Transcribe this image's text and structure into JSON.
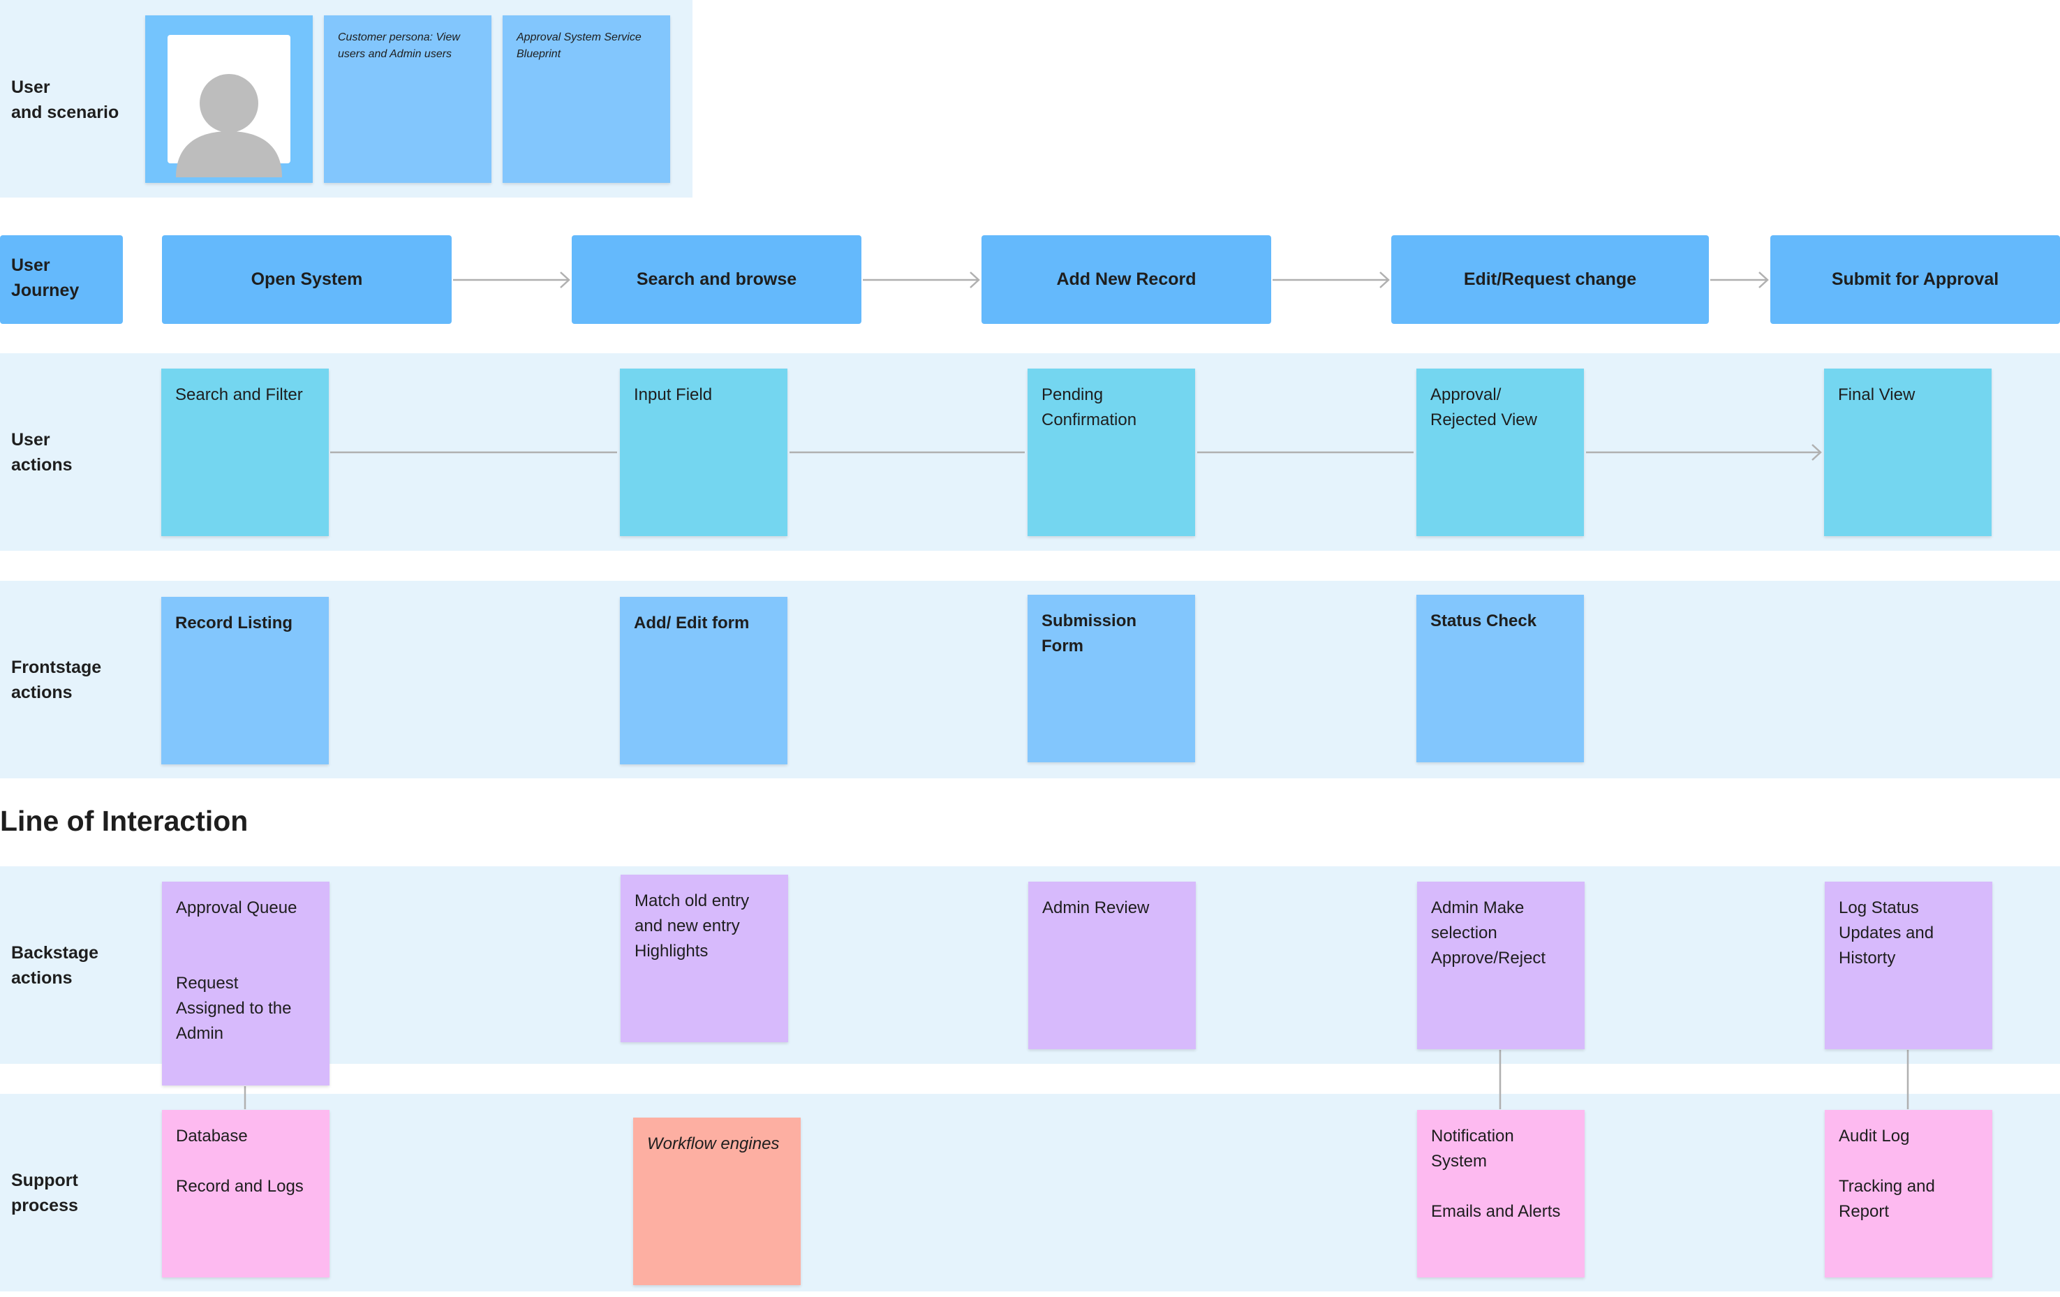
{
  "lanes": {
    "user_scenario": "User\nand scenario",
    "user_journey": "User\nJourney",
    "user_actions": "User\nactions",
    "frontstage": "Frontstage\nactions",
    "backstage": "Backstage\nactions",
    "support": "Support\nprocess"
  },
  "scenario": {
    "persona_note": "Customer persona: View users and Admin users",
    "title_note": "Approval System Service Blueprint"
  },
  "journey": [
    "Open System",
    "Search and browse",
    "Add New Record",
    "Edit/Request change",
    "Submit for Approval"
  ],
  "user_actions": [
    "Search and Filter",
    "Input Field",
    "Pending\nConfirmation",
    "Approval/\nRejected View",
    "Final View"
  ],
  "frontstage": [
    "Record Listing",
    "Add/ Edit form",
    "Submission Form",
    "Status Check"
  ],
  "line_of_interaction": "Line of Interaction",
  "backstage": [
    "Approval Queue\n\n\nRequest\nAssigned to the\nAdmin",
    "Match old entry\nand new entry\nHighlights",
    "Admin Review",
    "Admin Make\nselection\nApprove/Reject",
    "Log Status\nUpdates and\nHistorty"
  ],
  "support": [
    "Database\n\nRecord and Logs",
    "Workflow engines",
    "Notification\nSystem\n\nEmails and Alerts",
    "Audit Log\n\nTracking and\nReport"
  ],
  "colors": {
    "lane": "#e5f3fc",
    "journey": "#64b9fc",
    "blue_sticky": "#82c6fd",
    "cyan_sticky": "#74d6f0",
    "purple_sticky": "#d7bafc",
    "pink_sticky": "#fdbaf0",
    "salmon_sticky": "#fdafa2"
  }
}
